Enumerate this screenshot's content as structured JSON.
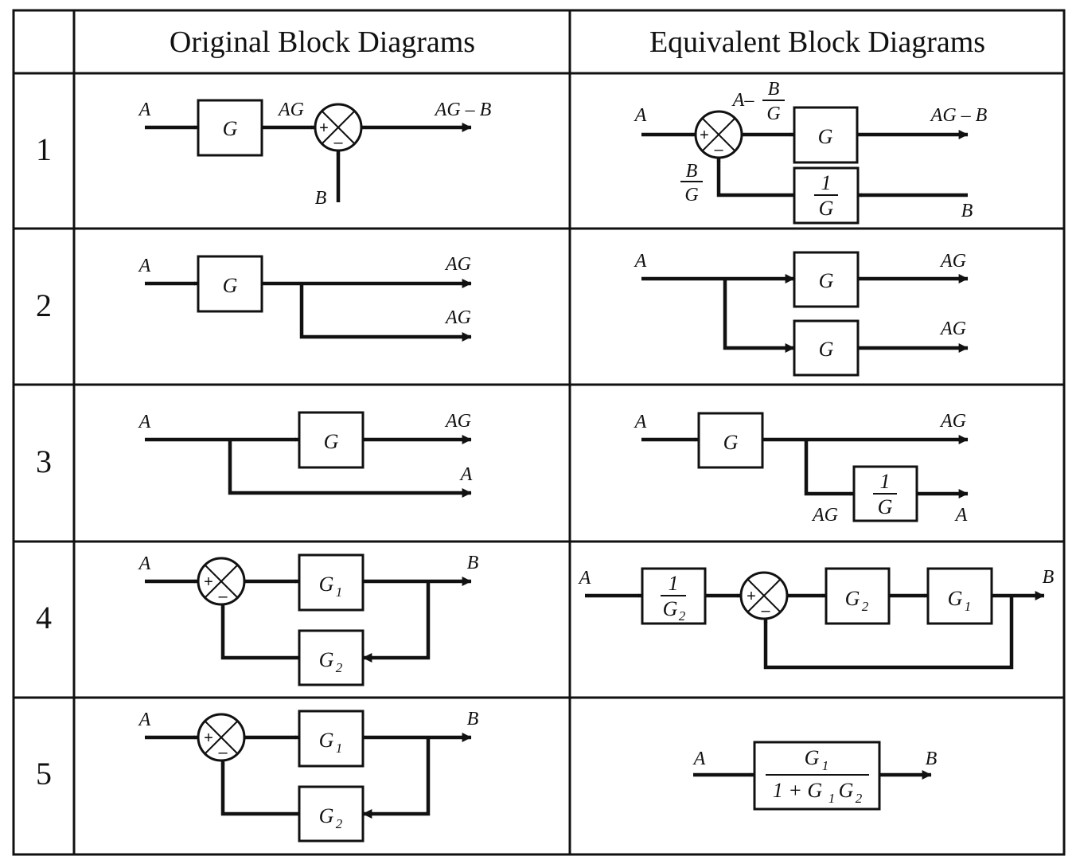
{
  "headers": {
    "original": "Original Block Diagrams",
    "equivalent": "Equivalent Block Diagrams"
  },
  "rows": [
    {
      "number": "1",
      "original": {
        "input": "A",
        "block": "G",
        "intermediate": "AG",
        "output": "AG – B",
        "feed": "B",
        "plus": "+",
        "minus": "–"
      },
      "equivalent": {
        "input": "A",
        "sum_label_prefix": "A–",
        "frac_num": "B",
        "frac_den": "G",
        "block": "G",
        "output": "AG – B",
        "feedback_block_num": "1",
        "feedback_block_den": "G",
        "feed": "B",
        "plus": "+",
        "minus": "–"
      }
    },
    {
      "number": "2",
      "original": {
        "input": "A",
        "block": "G",
        "output1": "AG",
        "output2": "AG"
      },
      "equivalent": {
        "input": "A",
        "block1": "G",
        "block2": "G",
        "output1": "AG",
        "output2": "AG"
      }
    },
    {
      "number": "3",
      "original": {
        "input": "A",
        "block": "G",
        "output1": "AG",
        "output2": "A"
      },
      "equivalent": {
        "input": "A",
        "block": "G",
        "output1": "AG",
        "branch_label": "AG",
        "inv_num": "1",
        "inv_den": "G",
        "output2": "A"
      }
    },
    {
      "number": "4",
      "original": {
        "input": "A",
        "forward": "G",
        "forward_sub": "1",
        "feedback": "G",
        "feedback_sub": "2",
        "output": "B",
        "plus": "+",
        "minus": "–"
      },
      "equivalent": {
        "input": "A",
        "pre_num": "1",
        "pre_den": "G",
        "pre_sub": "2",
        "block1": "G",
        "block1_sub": "2",
        "block2": "G",
        "block2_sub": "1",
        "output": "B",
        "plus": "+",
        "minus": "–"
      }
    },
    {
      "number": "5",
      "original": {
        "input": "A",
        "forward": "G",
        "forward_sub": "1",
        "feedback": "G",
        "feedback_sub": "2",
        "output": "B",
        "plus": "+",
        "minus": "–"
      },
      "equivalent": {
        "input": "A",
        "num": "G",
        "num_sub": "1",
        "den_prefix": "1 + G",
        "den_sub1": "1",
        "den_g": "G",
        "den_sub2": "2",
        "output": "B"
      }
    }
  ]
}
